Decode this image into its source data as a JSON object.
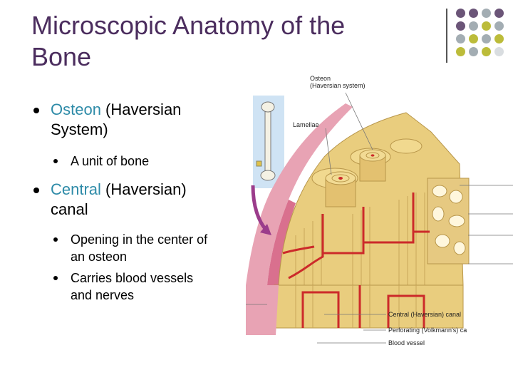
{
  "slide": {
    "title_line1": "Microscopic Anatomy of the",
    "title_line2": "Bone"
  },
  "bullets": [
    {
      "highlight": "Osteon",
      "rest_line1": " (Haversian",
      "line2": "System)",
      "subs": [
        {
          "text": "A unit of bone"
        }
      ]
    },
    {
      "highlight": "Central",
      "rest_line1": " (Haversian)",
      "line2": "canal",
      "subs": [
        {
          "line1": "Opening in the center of",
          "line2": "an osteon"
        },
        {
          "line1": "Carries blood vessels",
          "line2": "and nerves"
        }
      ]
    }
  ],
  "figure": {
    "labels": {
      "osteon_line1": "Osteon",
      "osteon_line2": "(Haversian system)",
      "lamellae": "Lamellae",
      "central_canal": "Central (Haversian) canal",
      "perforating": "Perforating (Volkmann's) ca",
      "blood_vessel": "Blood vessel"
    }
  },
  "colors": {
    "title": "#4b2d5e",
    "highlight": "#2e8ba8",
    "dot_purple": "#6b5578",
    "dot_olive": "#bcbc3a",
    "dot_gray": "#a3adb3",
    "bone": "#e9cd7e",
    "vessel": "#cc2a2a"
  }
}
